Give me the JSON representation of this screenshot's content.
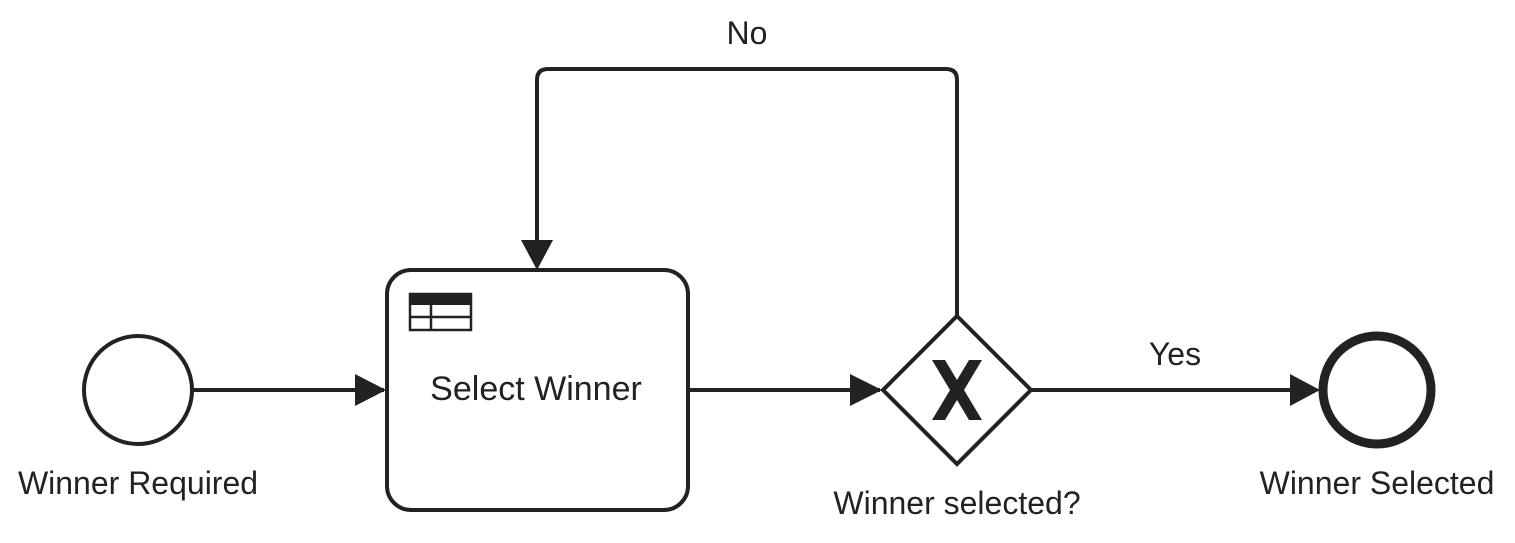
{
  "colors": {
    "stroke": "#222222",
    "fill": "#ffffff",
    "text": "#222222"
  },
  "nodes": {
    "start_event": {
      "label": "Winner Required",
      "icon": "start-event-circle"
    },
    "task": {
      "label": "Select Winner",
      "icon": "business-rule-table-icon"
    },
    "gateway": {
      "label": "Winner selected?",
      "icon": "exclusive-gateway-x-icon"
    },
    "end_event": {
      "label": "Winner Selected",
      "icon": "end-event-circle"
    }
  },
  "flows": {
    "no": {
      "label": "No"
    },
    "yes": {
      "label": "Yes"
    }
  }
}
